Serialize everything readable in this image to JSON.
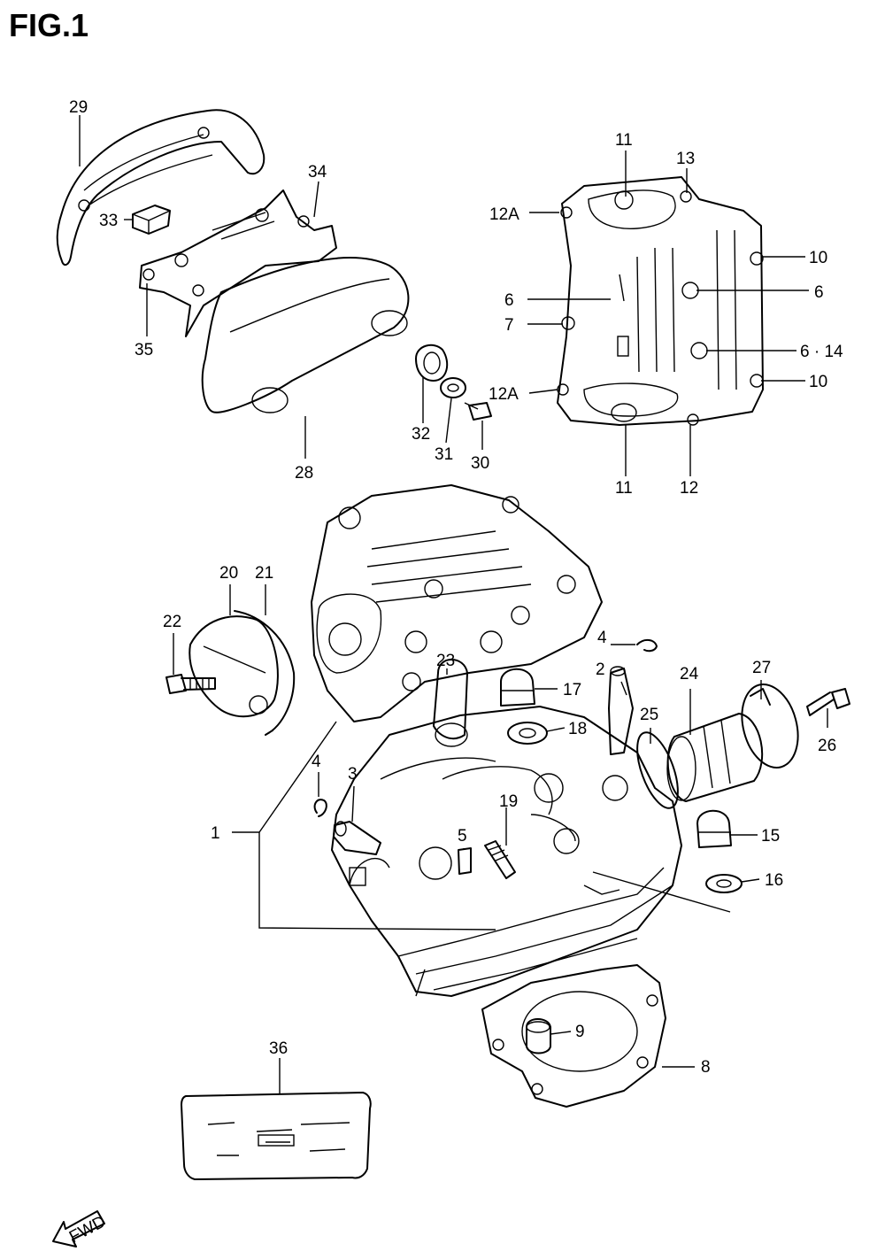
{
  "figure": {
    "title": "FIG.1"
  },
  "callouts": {
    "c1": "1",
    "c2": "2",
    "c3": "3",
    "c4a": "4",
    "c4b": "4",
    "c5": "5",
    "c6a": "6",
    "c6b": "6",
    "c6c": "6 · 14",
    "c7": "7",
    "c8": "8",
    "c9": "9",
    "c10a": "10",
    "c10b": "10",
    "c11a": "11",
    "c11b": "11",
    "c12": "12",
    "c12Aa": "12A",
    "c12Ab": "12A",
    "c13": "13",
    "c15": "15",
    "c16": "16",
    "c17": "17",
    "c18": "18",
    "c19": "19",
    "c20": "20",
    "c21": "21",
    "c22": "22",
    "c23": "23",
    "c24": "24",
    "c25": "25",
    "c26": "26",
    "c27": "27",
    "c28": "28",
    "c29": "29",
    "c30": "30",
    "c31": "31",
    "c32": "32",
    "c33": "33",
    "c34": "34",
    "c35": "35",
    "c36": "36"
  },
  "fwd_label": "FWD"
}
